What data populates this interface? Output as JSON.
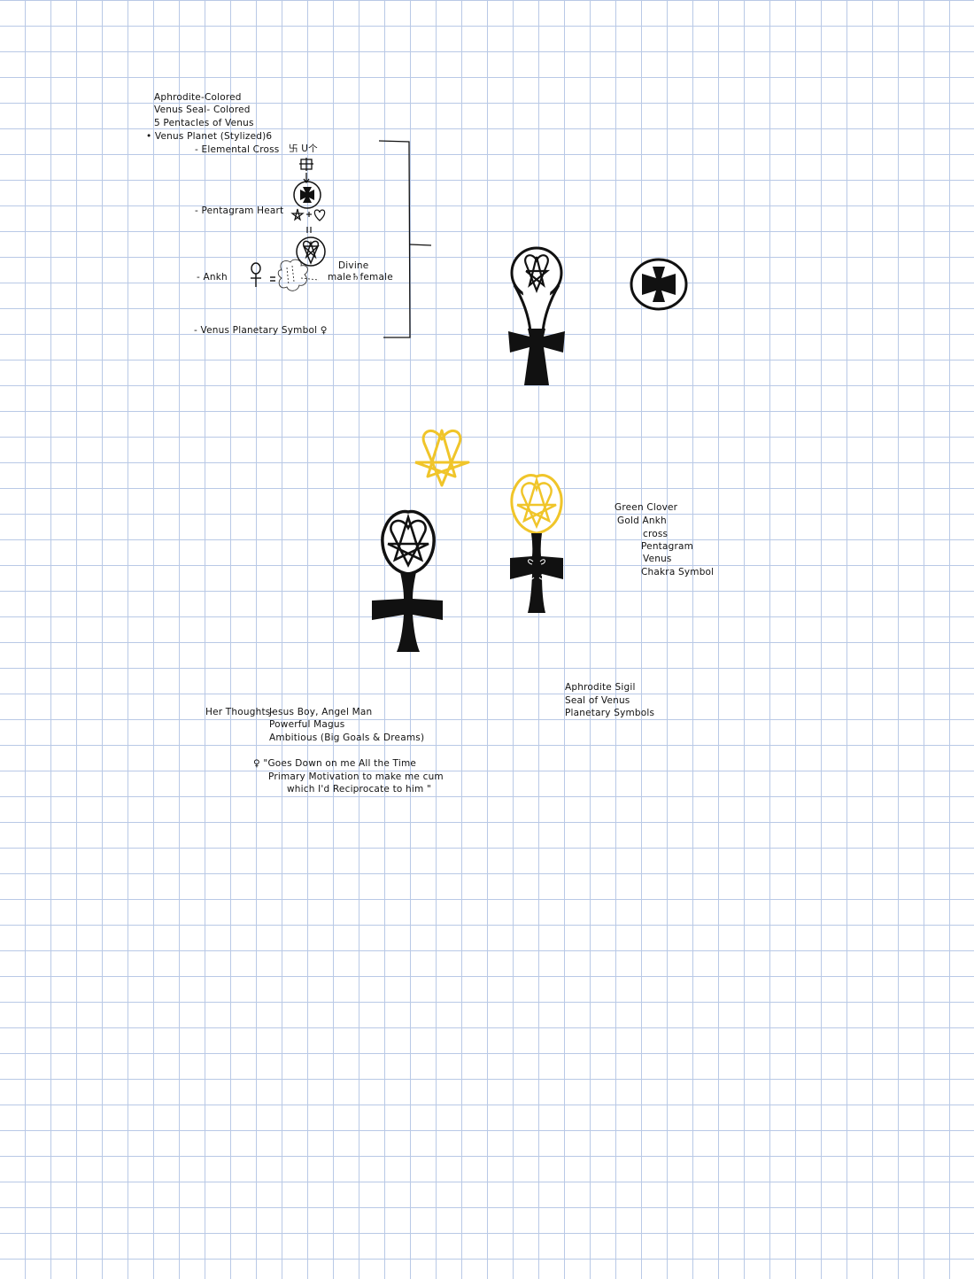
{
  "notes": {
    "list": {
      "item1": "Aphrodite-Colored",
      "item2": "Venus Seal- Colored",
      "item3": "5 Pentacles of Venus",
      "item4": "• Venus Planet (Stylized)6",
      "sub1": "- Elemental Cross",
      "sub1_glyph": "卐 U个",
      "sub2": "- Pentagram Heart",
      "sub3": "- Ankh",
      "sub3_mid": "Divine",
      "sub3_right": "male♄female",
      "sub4": "- Venus Planetary Symbol ♀"
    },
    "colors": {
      "lines": [
        "Green Clover",
        "Gold Ankh",
        "cross",
        "Pentagram",
        "Venus",
        "Chakra Symbol"
      ]
    },
    "sigil": {
      "lines": [
        "Aphrodite Sigil",
        "Seal of Venus",
        "Planetary Symbols"
      ]
    },
    "thoughts": {
      "label": "Her Thoughts-",
      "lines": [
        "Jesus Boy, Angel Man",
        "Powerful Magus",
        "Ambitious (Big Goals & Dreams)"
      ],
      "quote": [
        "♀ \"Goes Down on me All the Time",
        "Primary Motivation to make me cum",
        "which I'd Reciprocate to him \""
      ]
    }
  },
  "colors": {
    "ink": "#111111",
    "gold": "#f0c52a",
    "grid": "#b9c9e6"
  }
}
